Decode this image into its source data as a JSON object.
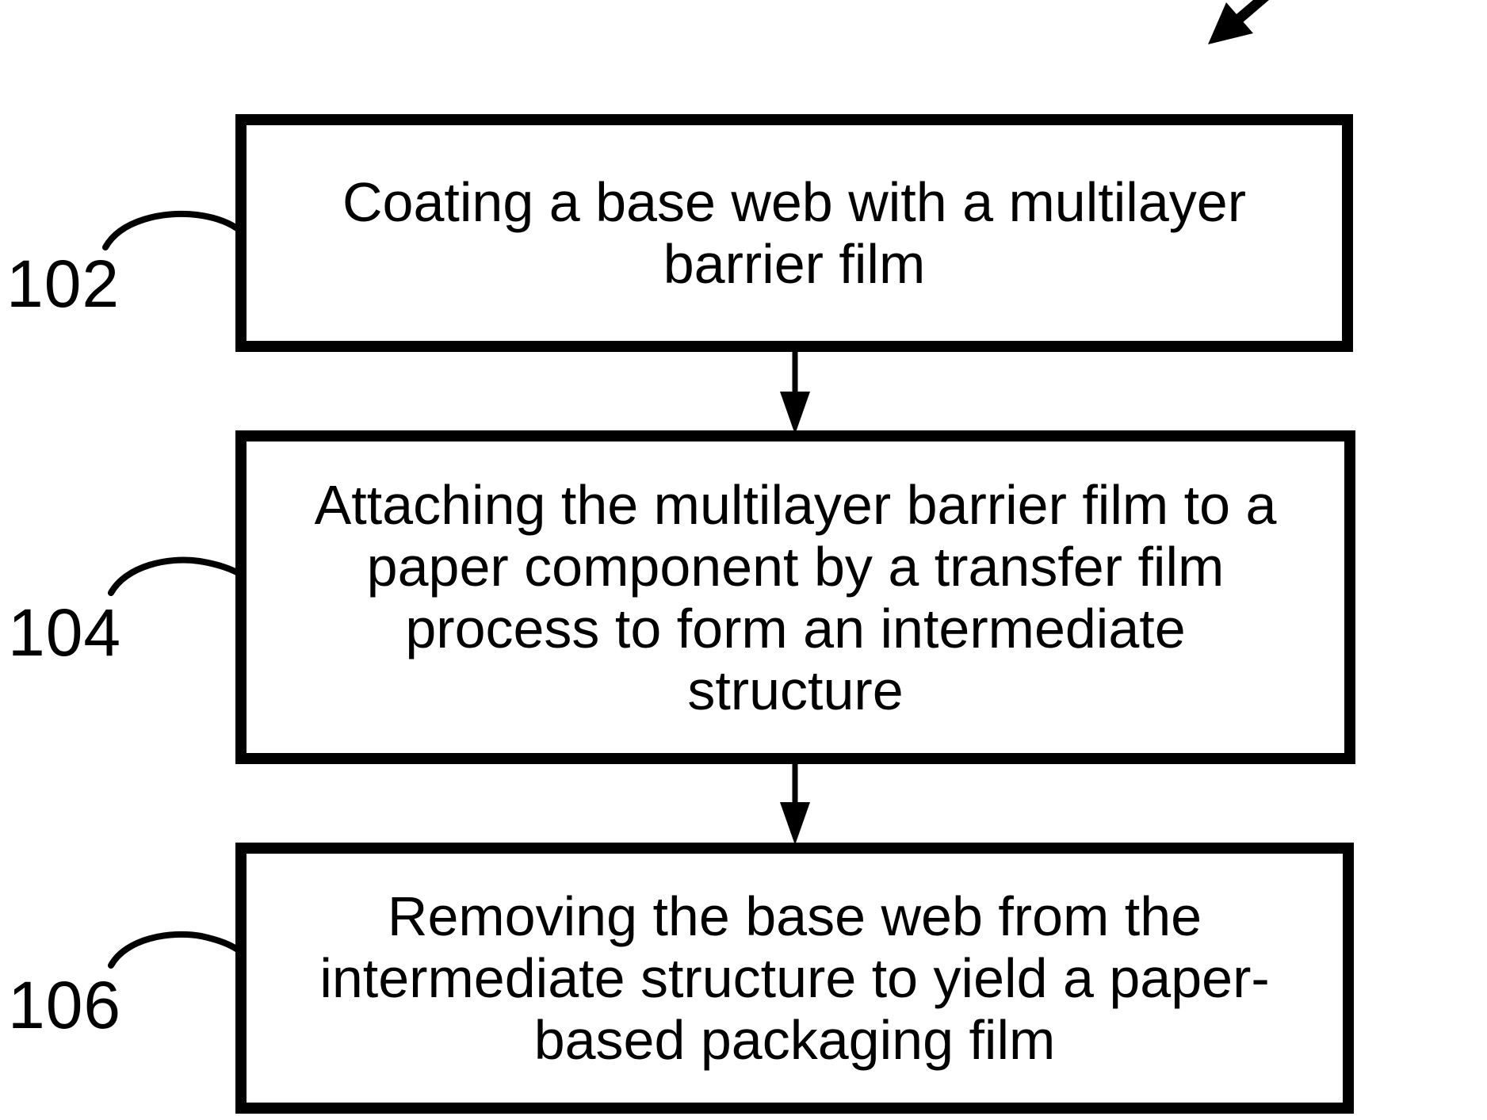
{
  "figure": {
    "colors": {
      "ink": "#000000",
      "background": "#ffffff"
    },
    "boxes": [
      {
        "ref": "102",
        "lines": [
          "Coating a base web with a multilayer",
          "barrier film"
        ]
      },
      {
        "ref": "104",
        "lines": [
          "Attaching the multilayer barrier film to a",
          "paper component by a transfer film",
          "process to form an intermediate",
          "structure"
        ]
      },
      {
        "ref": "106",
        "lines": [
          "Removing the base web from the",
          "intermediate structure to yield a paper-",
          "based packaging film"
        ]
      }
    ]
  }
}
